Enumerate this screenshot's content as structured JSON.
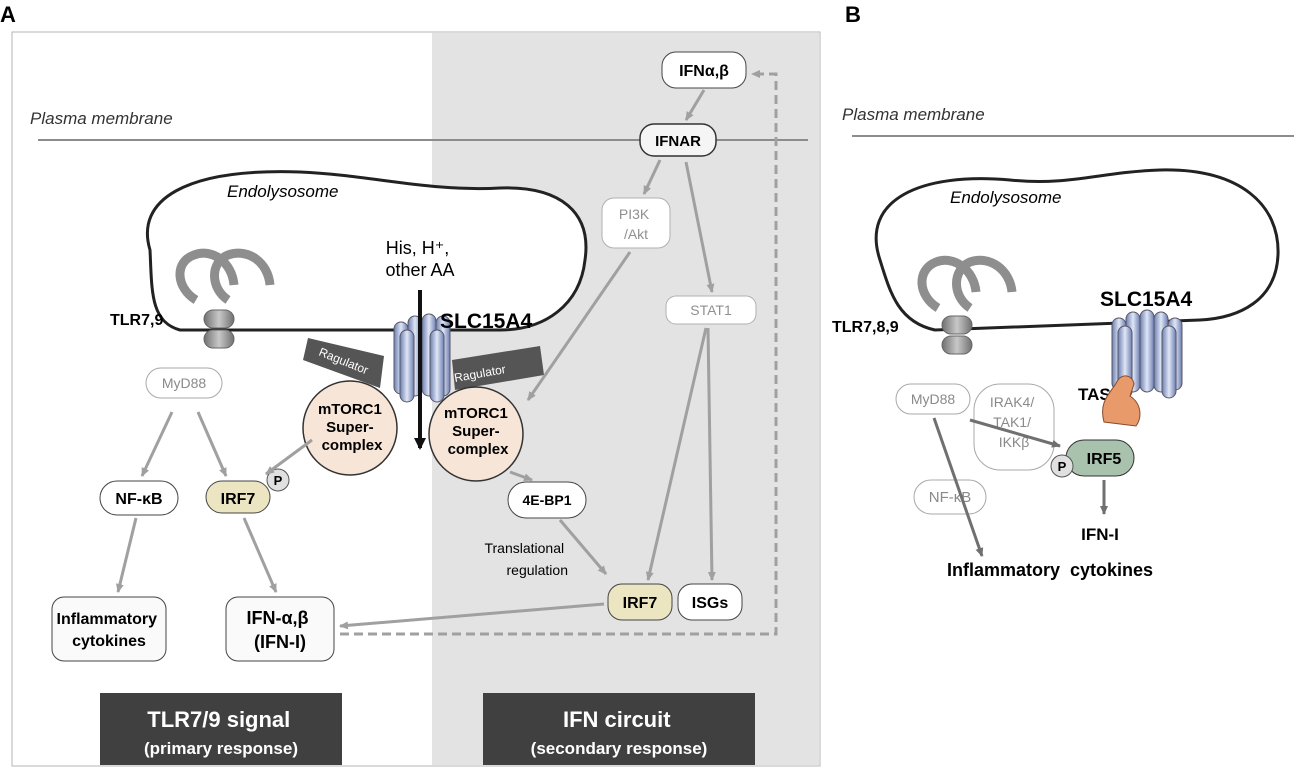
{
  "panel_a": {
    "letter": "A",
    "plasma_membrane": "Plasma membrane",
    "endolysosome": "Endolysosome",
    "tlr": "TLR7,9",
    "myd88": "MyD88",
    "nfkb": "NF-κB",
    "irf7": "IRF7",
    "p": "P",
    "inflammatory": [
      "Inflammatory",
      "cytokines"
    ],
    "ifn_ab": [
      "IFN-α,β",
      "(IFN-I)"
    ],
    "his": [
      "His, H⁺,",
      "other AA"
    ],
    "slc": "SLC15A4",
    "ragulator": "Ragulator",
    "mtorc1": [
      "mTORC1",
      "Super-",
      "complex"
    ],
    "ifnab_top": "IFNα,β",
    "ifnar": "IFNAR",
    "pi3k": [
      "PI3K",
      "/Akt"
    ],
    "stat1": "STAT1",
    "ebp1": "4E-BP1",
    "translational": [
      "Translational",
      "regulation"
    ],
    "irf7_b": "IRF7",
    "isgs": "ISGs",
    "footer_left": [
      "TLR7/9 signal",
      "(primary response)"
    ],
    "footer_right": [
      "IFN circuit",
      "(secondary response)"
    ]
  },
  "panel_b": {
    "letter": "B",
    "plasma_membrane": "Plasma membrane",
    "endolysosome": "Endolysosome",
    "tlr": "TLR7,8,9",
    "slc": "SLC15A4",
    "tasl": "TASL",
    "myd88": "MyD88",
    "irak": [
      "IRAK4/",
      "TAK1/",
      "IKKβ"
    ],
    "irf5": "IRF5",
    "p": "P",
    "nfkb": "NF-κB",
    "ifni": "IFN-I",
    "inflammatory": "Inflammatory  cytokines"
  },
  "colors": {
    "grey_panel": "#e3e3e3",
    "footer": "#404040",
    "irf7": "#ece5c2",
    "mtorc": "#f7e6d8",
    "irf5": "#a9c2ad",
    "tasl": "#e89a6a",
    "arrow": "#a0a0a0"
  }
}
